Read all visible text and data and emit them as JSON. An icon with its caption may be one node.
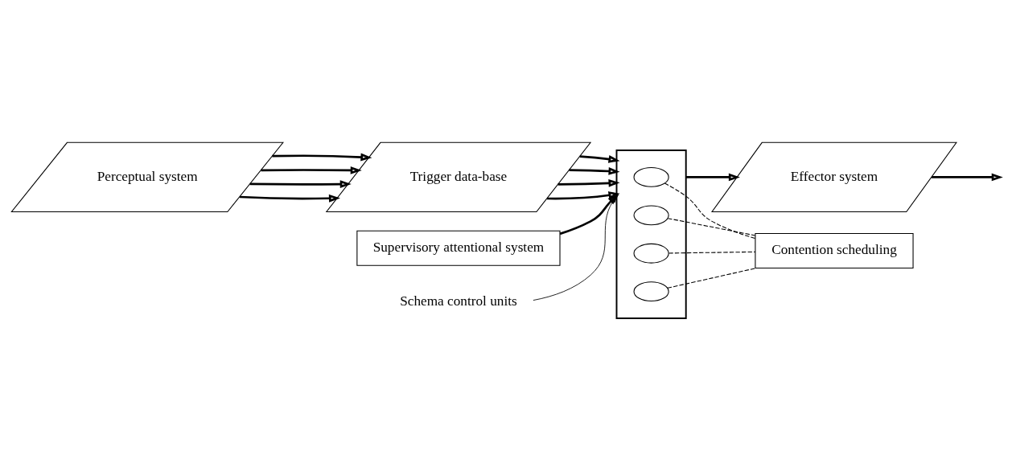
{
  "diagram": {
    "nodes": [
      {
        "text": [
          "Perceptual system"
        ]
      },
      {
        "text": [
          "Trigger data-base"
        ]
      },
      {
        "text": [],
        "shape": "parallelogram"
      },
      {
        "text": [],
        "shape": "ellipse",
        "in": 2
      },
      {
        "text": [],
        "shape": "ellipse",
        "in": 2
      },
      {
        "text": [],
        "shape": "ellipse",
        "in": 2
      },
      {
        "text": [],
        "shape": "ellipse",
        "in": 2
      },
      {
        "text": [
          "Supervisory attentional system"
        ]
      },
      {
        "text": [
          "Effector system"
        ]
      },
      {
        "text": [
          "Contention scheduling"
        ]
      },
      {
        "text": [
          "Schema control units"
        ]
      }
    ],
    "edges": [
      {
        "from": 0,
        "to": 1,
        "arrow": "to"
      },
      {
        "from": 0,
        "to": 1,
        "arrow": "to"
      },
      {
        "from": 0,
        "to": 1,
        "arrow": "to"
      },
      {
        "from": 0,
        "to": 1,
        "arrow": "to"
      },
      {
        "from": 1,
        "to": 2,
        "arrow": "to"
      },
      {
        "from": 1,
        "to": 2,
        "arrow": "to"
      },
      {
        "from": 1,
        "to": 2,
        "arrow": "to"
      },
      {
        "from": 1,
        "to": 2,
        "arrow": "to"
      },
      {
        "from": 7,
        "to": 2,
        "arrow": "to"
      },
      {
        "from": 2,
        "to": 8,
        "arrow": "to"
      },
      {
        "from": 8,
        "to": null,
        "arrow": "to"
      },
      {
        "from": 10,
        "to": 2,
        "arrow": "to"
      },
      {
        "from": 3,
        "to": 9,
        "arrow": "none",
        "style": "dashed"
      },
      {
        "from": 4,
        "to": 9,
        "arrow": "none",
        "style": "dashed"
      },
      {
        "from": 5,
        "to": 9,
        "arrow": "none",
        "style": "dashed"
      },
      {
        "from": 6,
        "to": 9,
        "arrow": "none",
        "style": "dashed"
      }
    ]
  }
}
